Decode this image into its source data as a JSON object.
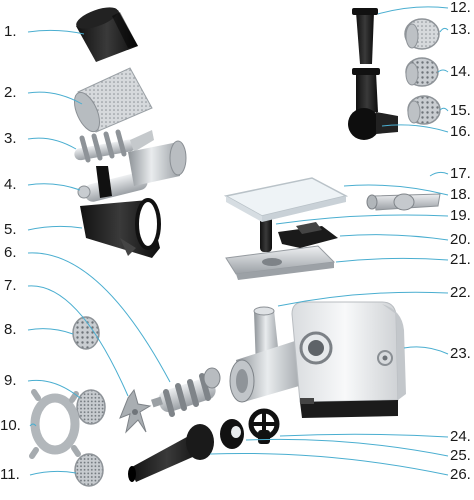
{
  "diagram": {
    "type": "exploded-parts-diagram",
    "leader_color": "#4aaed0",
    "left_labels": [
      {
        "id": "1",
        "text": "1.",
        "part": "pusher-cover"
      },
      {
        "id": "2",
        "text": "2.",
        "part": "cone-sieve"
      },
      {
        "id": "3",
        "text": "3.",
        "part": "juicer-screw"
      },
      {
        "id": "4",
        "text": "4.",
        "part": "juicer-housing"
      },
      {
        "id": "5",
        "text": "5.",
        "part": "outlet-cover"
      },
      {
        "id": "6",
        "text": "6.",
        "part": "mincing-screw"
      },
      {
        "id": "7",
        "text": "7.",
        "part": "cross-blade"
      },
      {
        "id": "8",
        "text": "8.",
        "part": "coarse-disc"
      },
      {
        "id": "9",
        "text": "9.",
        "part": "medium-disc"
      },
      {
        "id": "10",
        "text": "10.",
        "part": "ring-nut"
      },
      {
        "id": "11",
        "text": "11.",
        "part": "fine-disc"
      }
    ],
    "right_labels": [
      {
        "id": "12",
        "text": "12.",
        "part": "slicer-pusher"
      },
      {
        "id": "13",
        "text": "13.",
        "part": "drum-fine"
      },
      {
        "id": "14",
        "text": "14.",
        "part": "drum-medium"
      },
      {
        "id": "15",
        "text": "15.",
        "part": "drum-coarse"
      },
      {
        "id": "16",
        "text": "16.",
        "part": "slicer-body"
      },
      {
        "id": "17",
        "text": "17.",
        "part": "kebbe-attachment"
      },
      {
        "id": "18",
        "text": "18.",
        "part": "tray-lid"
      },
      {
        "id": "19",
        "text": "19.",
        "part": "food-pusher"
      },
      {
        "id": "20",
        "text": "20.",
        "part": "tray-clip"
      },
      {
        "id": "21",
        "text": "21.",
        "part": "food-tray"
      },
      {
        "id": "22",
        "text": "22.",
        "part": "head-tube"
      },
      {
        "id": "23",
        "text": "23.",
        "part": "motor-unit"
      },
      {
        "id": "24",
        "text": "24.",
        "part": "sausage-star"
      },
      {
        "id": "25",
        "text": "25.",
        "part": "sausage-plate"
      },
      {
        "id": "26",
        "text": "26.",
        "part": "sausage-funnel"
      }
    ]
  }
}
